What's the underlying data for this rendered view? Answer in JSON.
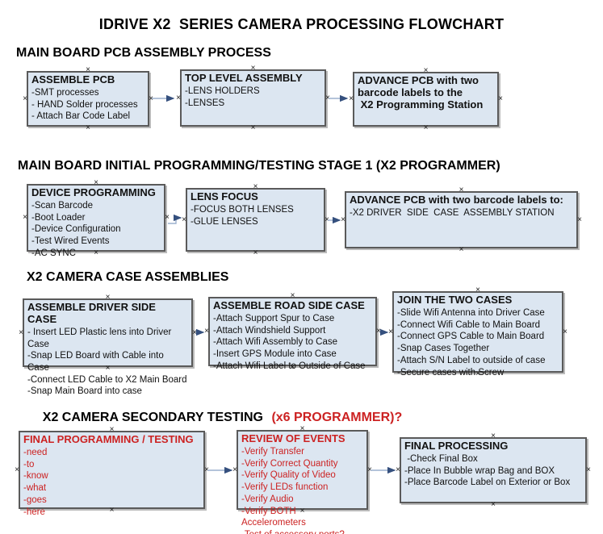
{
  "title": "IDRIVE X2  SERIES CAMERA PROCESSING FLOWCHART",
  "colors": {
    "box_fill": "#dce6f1",
    "box_border": "#5a5a5a",
    "arrow_line": "#9cb0cd",
    "arrow_head": "#35507e",
    "red_text": "#cc2222"
  },
  "sections": [
    {
      "heading": "MAIN BOARD PCB ASSEMBLY PROCESS",
      "boxes": [
        {
          "title": "ASSEMBLE PCB",
          "items": [
            "-SMT processes",
            "- HAND Solder processes",
            "- Attach Bar Code Label"
          ]
        },
        {
          "title": "TOP LEVEL ASSEMBLY",
          "items": [
            "-LENS HOLDERS",
            "-LENSES"
          ]
        },
        {
          "title": "ADVANCE PCB with two\nbarcode labels to the\n X2 Programming Station",
          "items": []
        }
      ]
    },
    {
      "heading": "MAIN BOARD INITIAL PROGRAMMING/TESTING STAGE 1 (X2 PROGRAMMER)",
      "boxes": [
        {
          "title": "DEVICE PROGRAMMING",
          "items": [
            "-Scan Barcode",
            "-Boot Loader",
            "-Device Configuration",
            "-Test Wired Events",
            "-AC SYNC"
          ]
        },
        {
          "title": "LENS FOCUS",
          "items": [
            "-FOCUS BOTH LENSES",
            "-GLUE LENSES"
          ]
        },
        {
          "title": "ADVANCE PCB with two barcode labels to:",
          "items": [
            "-X2 DRIVER  SIDE  CASE  ASSEMBLY STATION"
          ]
        }
      ]
    },
    {
      "heading": "X2 CAMERA CASE ASSEMBLIES",
      "boxes": [
        {
          "title": "ASSEMBLE DRIVER SIDE CASE",
          "items": [
            "- Insert LED Plastic lens into Driver Case",
            "-Snap LED Board with Cable into Case",
            "-Connect LED Cable to X2 Main Board",
            "-Snap Main Board into case"
          ]
        },
        {
          "title": "ASSEMBLE ROAD SIDE CASE",
          "items": [
            "-Attach Support Spur to Case",
            "-Attach Windshield Support",
            "-Attach Wifi Assembly to Case",
            "-Insert GPS Module into Case",
            "-Attach Wifi Label to Outside of Case"
          ]
        },
        {
          "title": "JOIN THE TWO CASES",
          "items": [
            "-Slide Wifi Antenna into Driver Case",
            "-Connect Wifi Cable to Main Board",
            "-Connect GPS Cable to Main Board",
            "-Snap Cases Together",
            "-Attach S/N Label to outside of case",
            "-Secure cases with Screw"
          ]
        }
      ]
    },
    {
      "heading": "X2 CAMERA SECONDARY TESTING ",
      "heading_red": "(x6 PROGRAMMER)?",
      "boxes": [
        {
          "title": "FINAL PROGRAMMING / TESTING",
          "items": [
            "-need",
            "-to",
            "-know",
            "-what",
            "-goes",
            "-here"
          ]
        },
        {
          "title": "REVIEW OF EVENTS",
          "items": [
            "-Verify Transfer",
            "-Verify Correct Quantity",
            "-Verify Quality of Video",
            "-Verify LEDs function",
            "-Verify Audio",
            "-Verify BOTH Accelerometers",
            "-Test of accessory ports?"
          ]
        },
        {
          "title": "FINAL PROCESSING",
          "items": [
            " -Check Final Box",
            "-Place In Bubble wrap Bag and BOX",
            "-Place Barcode Label on Exterior or Box"
          ]
        }
      ]
    }
  ]
}
